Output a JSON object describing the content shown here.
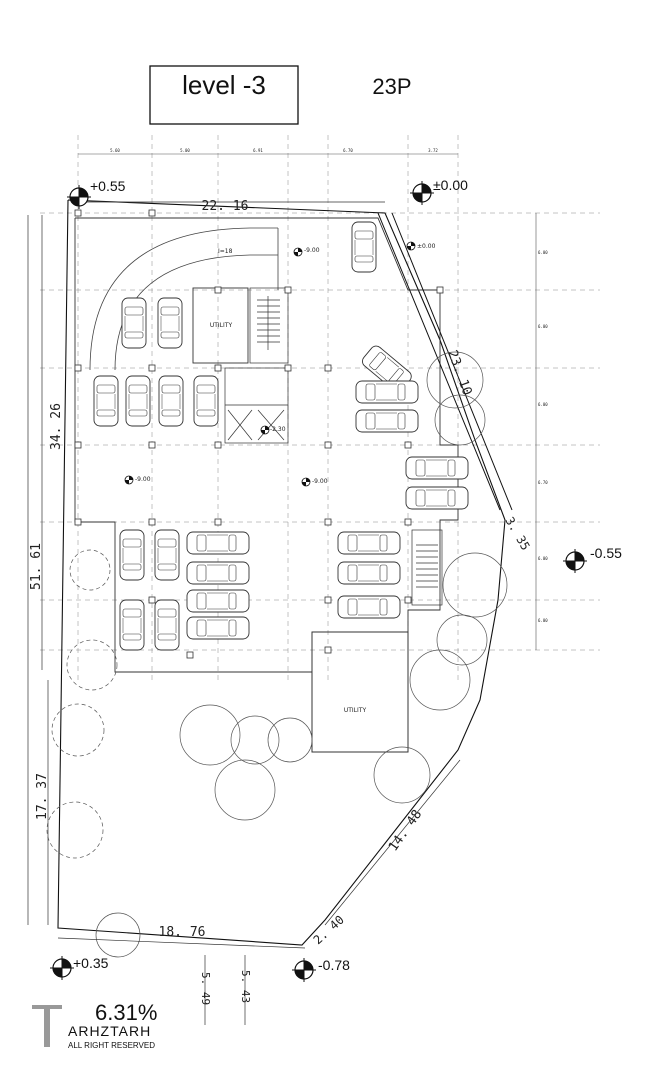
{
  "title": {
    "level": "level -3",
    "parking": "23P"
  },
  "elevations": {
    "top_left": "+0.55",
    "top_right": "±0.00",
    "right": "-0.55",
    "bottom_left": "+0.35",
    "bottom_mid": "-0.78",
    "ramp_top": "±0.00",
    "floor_a": "-9.00",
    "floor_b": "-9.00",
    "floor_c": "-9.00",
    "floor_d": "-2.30"
  },
  "dimensions": {
    "top": "22. 16",
    "right_diag": "23. 10",
    "right_small": "3. 35",
    "left_upper": "34. 26",
    "left_total": "51. 61",
    "left_lower": "17. 37",
    "bottom": "18. 76",
    "bottom_diag_small": "2. 40",
    "bottom_diag": "14. 48",
    "bottom_vert_a": "5. 49",
    "bottom_vert_b": "5. 43"
  },
  "grid_dims": {
    "top": [
      "5.60",
      "5.00",
      "6.91",
      "6.70",
      "3.72"
    ],
    "right": [
      "6.00",
      "6.00",
      "6.00",
      "6.70",
      "6.00",
      "6.00"
    ]
  },
  "labels": {
    "utility_top": "UTILITY",
    "utility_bottom": "UTILITY",
    "ramp_slope": "I=18"
  },
  "watermark": {
    "percent": "6.31%",
    "brand": "ARHZTARH",
    "rights": "ALL RIGHT RESERVED"
  }
}
